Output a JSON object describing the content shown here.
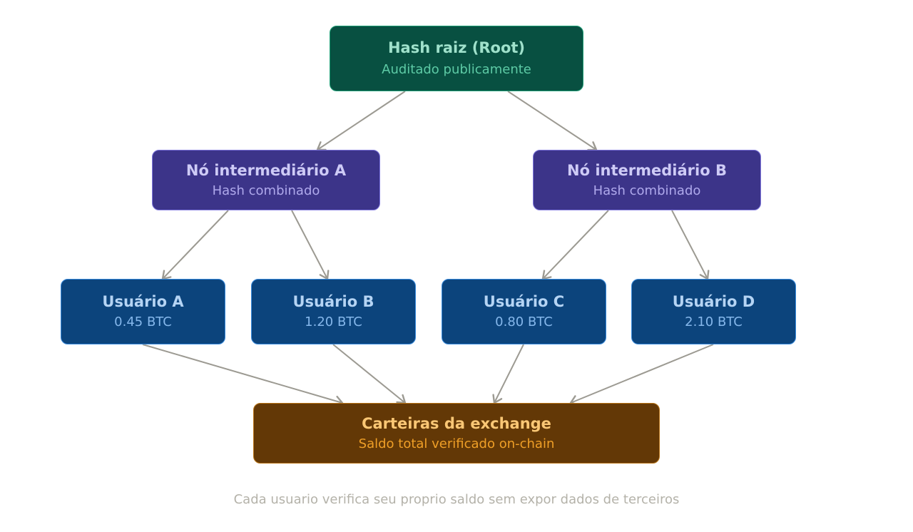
{
  "diagram": {
    "root": {
      "title": "Hash raiz (Root)",
      "subtitle": "Auditado publicamente"
    },
    "intermediates": [
      {
        "title": "Nó intermediário A",
        "subtitle": "Hash combinado"
      },
      {
        "title": "Nó intermediário B",
        "subtitle": "Hash combinado"
      }
    ],
    "users": [
      {
        "title": "Usuário A",
        "balance": "0.45 BTC"
      },
      {
        "title": "Usuário B",
        "balance": "1.20 BTC"
      },
      {
        "title": "Usuário C",
        "balance": "0.80 BTC"
      },
      {
        "title": "Usuário D",
        "balance": "2.10 BTC"
      }
    ],
    "exchange": {
      "title": "Carteiras da exchange",
      "subtitle": "Saldo total verificado on-chain"
    },
    "edges": [
      {
        "from": "root",
        "to": "intermediate-a"
      },
      {
        "from": "root",
        "to": "intermediate-b"
      },
      {
        "from": "intermediate-a",
        "to": "user-a"
      },
      {
        "from": "intermediate-a",
        "to": "user-b"
      },
      {
        "from": "intermediate-b",
        "to": "user-c"
      },
      {
        "from": "intermediate-b",
        "to": "user-d"
      },
      {
        "from": "user-a",
        "to": "exchange"
      },
      {
        "from": "user-b",
        "to": "exchange"
      },
      {
        "from": "user-c",
        "to": "exchange"
      },
      {
        "from": "user-d",
        "to": "exchange"
      }
    ],
    "caption": "Cada usuario verifica seu proprio saldo sem expor dados de terceiros"
  },
  "colors": {
    "edge": "#9C9A92",
    "root_fill": "#085041",
    "intermediate_fill": "#3C3489",
    "user_fill": "#0C447C",
    "exchange_fill": "#633806"
  }
}
